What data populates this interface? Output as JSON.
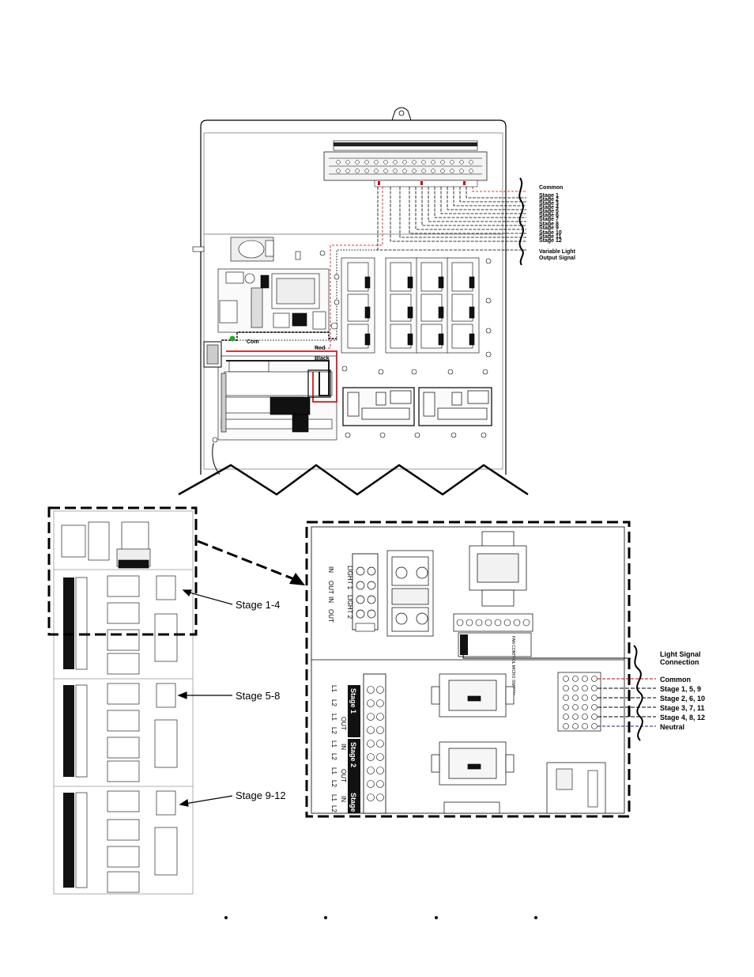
{
  "top_labels": {
    "common": "Common",
    "stages": [
      "Stage 1",
      "Stage 2",
      "Stage 3",
      "Stage 4",
      "Stage 5",
      "Stage 6",
      "Stage 7",
      "Stage 8",
      "Stage 9",
      "Stage 10",
      "Stage 11",
      "Stage 12"
    ],
    "variable_light_line1": "Variable Light",
    "variable_light_line2": "Output Signal"
  },
  "wire_labels": {
    "com": "Com",
    "red": "Red",
    "black": "Black"
  },
  "left_panel_callouts": [
    "Stage 1-4",
    "Stage 5-8",
    "Stage 9-12"
  ],
  "zoom_panel": {
    "light_labels": [
      "LIGHT 1",
      "LIGHT 2"
    ],
    "io_labels": [
      "IN",
      "OUT",
      "IN",
      "OUT"
    ],
    "stage_tags": [
      "Stage 1",
      "Stage 2",
      "Stage"
    ],
    "line_labels": [
      "L1",
      "L2",
      "L1",
      "L2",
      "L1",
      "L2",
      "L1",
      "L2",
      "L1",
      "L2"
    ],
    "out_in_labels": [
      "OUT",
      "IN",
      "OUT",
      "IN"
    ],
    "fan_switch": "FAN CONTROL MICRO SWITCH",
    "light_signal_line1": "Light Signal",
    "light_signal_line2": "Connection",
    "signal_rows": [
      "Common",
      "Stage 1, 5, 9",
      "Stage 2, 6, 10",
      "Stage 3, 7, 11",
      "Stage 4, 8, 12",
      "Neutral"
    ]
  },
  "colors": {
    "common_wire": "#cc0000",
    "neutral_wire": "#1a1a8a",
    "red_wire": "#d11a1a",
    "green_dot": "#22aa22"
  }
}
